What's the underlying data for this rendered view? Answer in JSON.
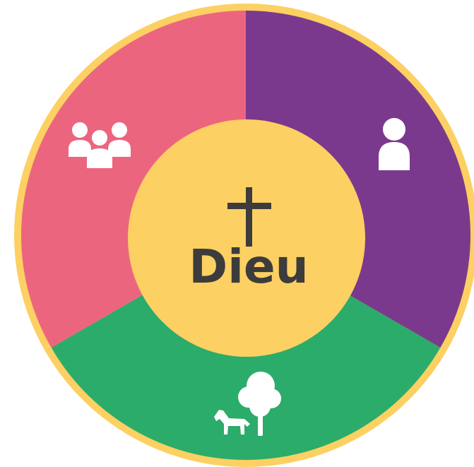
{
  "diagram": {
    "center": {
      "label": "Dieu",
      "icon": "cross-icon"
    },
    "segments": [
      {
        "name": "self",
        "icon": "person-icon"
      },
      {
        "name": "nature",
        "icon": "horse-and-tree-icon"
      },
      {
        "name": "others",
        "icon": "group-of-people-icon"
      }
    ]
  },
  "colors": {
    "ring_border": "#FCD062",
    "center_fill": "#FCD062",
    "segment_self": "#7B398D",
    "segment_nature": "#2BAC6A",
    "segment_others": "#EC657E",
    "center_text": "#3C3C3C",
    "icon_fill": "#FFFFFF"
  }
}
